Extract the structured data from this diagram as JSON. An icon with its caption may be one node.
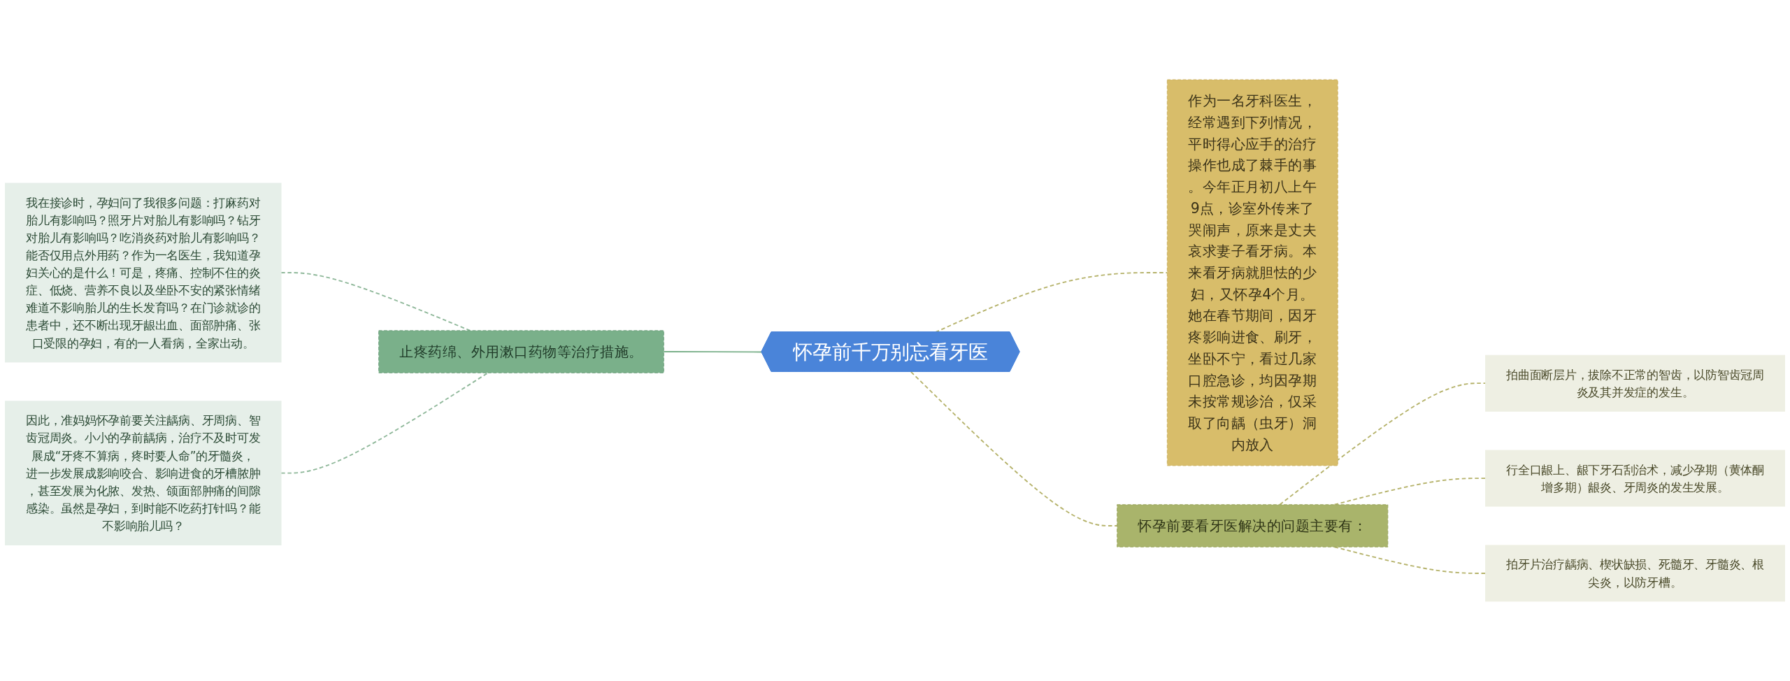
{
  "diagram": {
    "nodes": [
      {
        "text": [
          "怀孕前千万别忘看牙医"
        ]
      },
      {
        "text": [
          "止疼药绵、外用漱口药物等治疗措施。"
        ]
      },
      {
        "text": [
          "我在接诊时，孕妇问了我很多问题：打麻药对胎儿有影响吗？照牙片对胎儿有影响吗？钻牙对胎儿有影响吗？吃消炎药对胎儿有影响吗？能否仅用点外用药？作为一名医生，我知道孕妇关心的是什么！可是，疼痛、控制不住的炎症、低烧、营养不良以及坐卧不安的紧张情绪难道不影响胎儿的生长发育吗？在门诊就诊的患者中，还不断出现牙龈出血、面部肿痛、张口受限的孕妇，有的一人看病，全家出动。"
        ]
      },
      {
        "text": [
          "因此，准妈妈怀孕前要关注龋病、牙周病、智齿冠周炎。小小的孕前龋病，治疗不及时可发展成“牙疼不算病，疼时要人命”的牙髓炎，进一步发展成影响咬合、影响进食的牙槽脓肿，甚至发展为化脓、发热、颌面部肿痛的间隙感染。虽然是孕妇，到时能不吃药打针吗？能不影响胎儿吗？"
        ]
      },
      {
        "text": [
          "作为一名牙科医生，经常遇到下列情况，平时得心应手的治疗操作也成了棘手的事。今年正月初八上午9点，诊室外传来了哭闹声，原来是丈夫哀求妻子看牙病。本来看牙病就胆怯的少妇，又怀孕4个月。她在春节期间，因牙疼影响进食、刷牙，坐卧不宁，看过几家口腔急诊，均因孕期未按常规诊治，仅采取了向龋（虫牙）洞内放入"
        ]
      },
      {
        "text": [
          "怀孕前要看牙医解决的问题主要有："
        ]
      },
      {
        "text": [
          "拍曲面断层片，拔除不正常的智齿，以防智齿冠周炎及其并发症的发生。"
        ]
      },
      {
        "text": [
          "行全口龈上、龈下牙石刮治术，减少孕期（黄体酮增多期）龈炎、牙周炎的发生发展。"
        ]
      },
      {
        "text": [
          "拍牙片治疗龋病、楔状缺损、死髓牙、牙髓炎、根尖炎，以防牙槽。"
        ]
      }
    ],
    "edges": [
      {
        "from": 2,
        "to": 1,
        "arrow": "none",
        "style": "dashed",
        "color": "#8fb89a"
      },
      {
        "from": 3,
        "to": 1,
        "arrow": "none",
        "style": "dashed",
        "color": "#8fb89a"
      },
      {
        "from": 1,
        "to": 0,
        "arrow": "none",
        "color": "#7ab08a"
      },
      {
        "from": 0,
        "to": 4,
        "arrow": "none",
        "style": "dashed"
      },
      {
        "from": 0,
        "to": 5,
        "arrow": "none",
        "style": "dashed"
      },
      {
        "from": 5,
        "to": 6,
        "arrow": "none",
        "style": "dashed"
      },
      {
        "from": 5,
        "to": 7,
        "arrow": "none",
        "style": "dashed"
      },
      {
        "from": 5,
        "to": 8,
        "arrow": "none",
        "style": "dashed"
      }
    ]
  }
}
